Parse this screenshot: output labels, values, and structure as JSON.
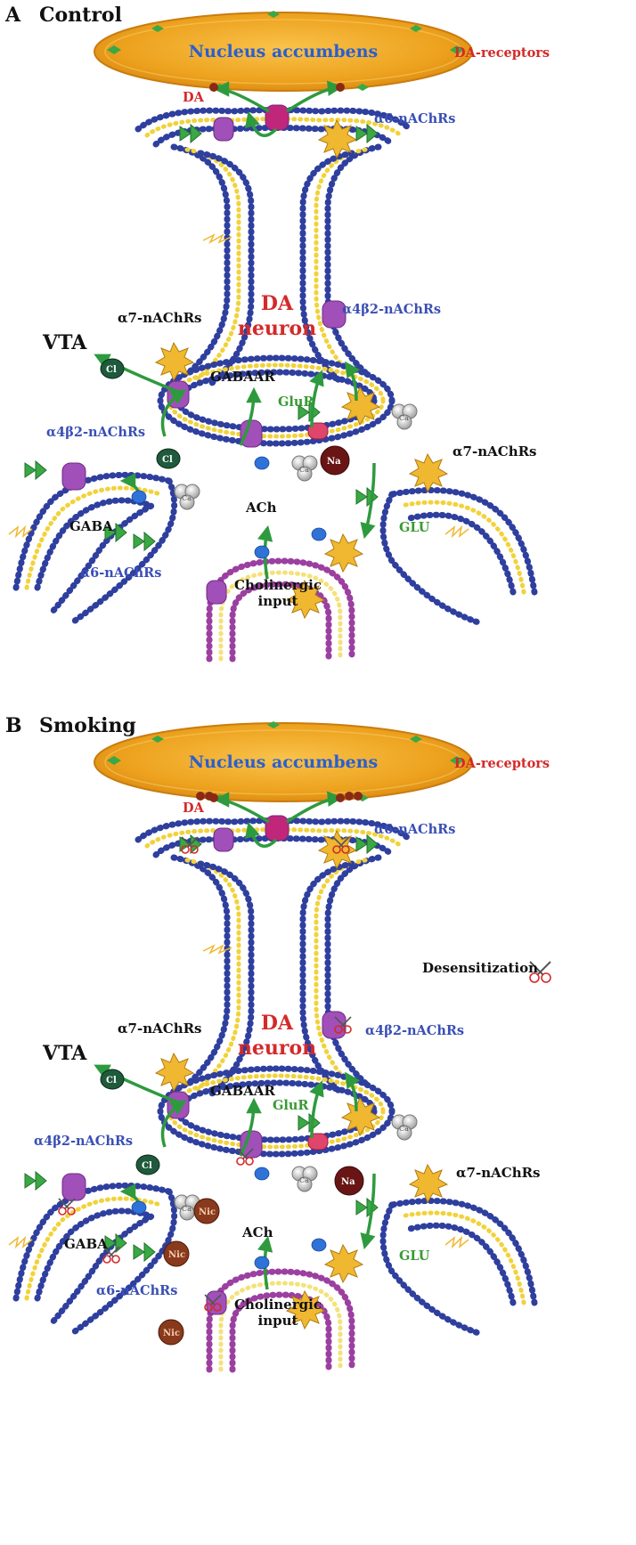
{
  "panels": [
    {
      "id": "a",
      "letter": "A",
      "title": "Control",
      "nucleus": "Nucleus accumbens",
      "da_receptors": "DA-receptors",
      "da": "DA",
      "a6_top": "α6-nAChRs",
      "a7_left": "α7-nAChRs",
      "da_neuron_line1": "DA",
      "da_neuron_line2": "neuron",
      "a4b2_right": "α4β2-nAChRs",
      "vta": "VTA",
      "gabaar": "GABAAR",
      "glur": "GluR",
      "a4b2_left": "α4β2-nAChRs",
      "a7_right": "α7-nAChRs",
      "gaba": "GABA",
      "ach": "ACh",
      "glu": "GLU",
      "a6_bottom": "α6-nAChRs",
      "cholinergic_line1": "Cholinergic",
      "cholinergic_line2": "input",
      "cl": "Cl",
      "na": "Na",
      "ca": "Ca"
    },
    {
      "id": "b",
      "letter": "B",
      "title": "Smoking",
      "nucleus": "Nucleus accumbens",
      "da_receptors": "DA-receptors",
      "da": "DA",
      "a6_top": "α6-nAChRs",
      "desensitization": "Desensitization",
      "a7_left": "α7-nAChRs",
      "da_neuron_line1": "DA",
      "da_neuron_line2": "neuron",
      "a4b2_right": "α4β2-nAChRs",
      "vta": "VTA",
      "gabaar": "GABAAR",
      "glur": "GluR",
      "a4b2_left": "α4β2-nAChRs",
      "a7_right": "α7-nAChRs",
      "gaba": "GABA",
      "ach": "ACh",
      "glu": "GLU",
      "a6_bottom": "α6-nAChRs",
      "cholinergic_line1": "Cholinergic",
      "cholinergic_line2": "input",
      "cl": "Cl",
      "na": "Na",
      "ca": "Ca",
      "nic": "Nic"
    }
  ],
  "colors": {
    "membrane_blue": "#2e3f9e",
    "membrane_yellow": "#f2d23a",
    "cholinergic_purple": "#9b3fa0",
    "cholinergic_yellow": "#f4e27a",
    "nucleus_orange": "#f0a020",
    "arrow_green": "#2e9a3e",
    "a4b2_receptor": "#a050b8",
    "a7_receptor": "#f0b830",
    "a6_receptor": "#3aa845",
    "cl_ion": "#1f5a3c",
    "na_ion": "#6a1515",
    "nic": "#8a3a1c",
    "ach_molecule": "#2f72d8"
  }
}
